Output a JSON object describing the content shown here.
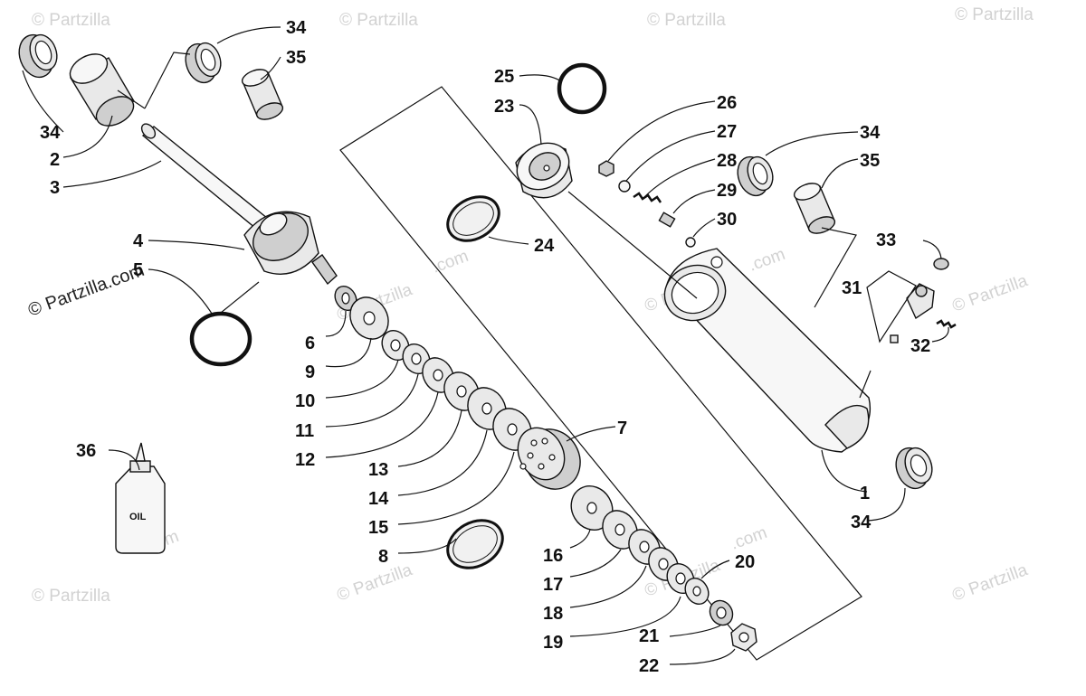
{
  "watermark": {
    "text": "© Partzilla",
    "site_text": ".com",
    "prominent_text": "© Partzilla.com"
  },
  "oil_label": "OIL",
  "callouts": {
    "c1": "1",
    "c2": "2",
    "c3": "3",
    "c4": "4",
    "c5": "5",
    "c6": "6",
    "c7": "7",
    "c8": "8",
    "c9": "9",
    "c10": "10",
    "c11": "11",
    "c12": "12",
    "c13": "13",
    "c14": "14",
    "c15": "15",
    "c16": "16",
    "c17": "17",
    "c18": "18",
    "c19": "19",
    "c20": "20",
    "c21": "21",
    "c22": "22",
    "c23": "23",
    "c24": "24",
    "c25": "25",
    "c26": "26",
    "c27": "27",
    "c28": "28",
    "c29": "29",
    "c30": "30",
    "c31": "31",
    "c32": "32",
    "c33": "33",
    "c34": "34",
    "c35": "35",
    "c36": "36"
  }
}
